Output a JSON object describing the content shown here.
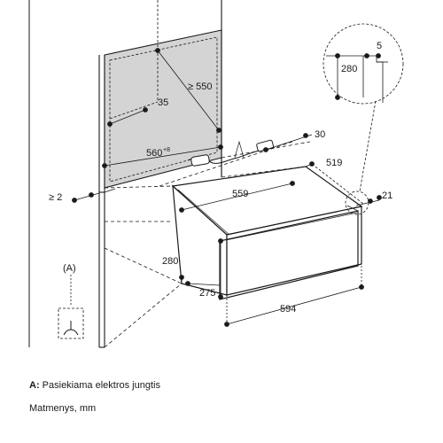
{
  "dimensions": {
    "niche_depth": "≥ 550",
    "depth_35": "35",
    "niche_width": "560",
    "niche_width_tolerance": "+8",
    "offset_30": "30",
    "depth_519": "519",
    "width_559": "559",
    "offset_21": "21",
    "gap_min_2": "≥ 2",
    "height_280": "280",
    "height_275": "275",
    "front_width_594": "594",
    "detail_280": "280",
    "detail_5": "5"
  },
  "labels": {
    "connection_marker": "(A)"
  },
  "legend": {
    "connection_key": "A:",
    "connection_text": " Pasiekiama elektros jungtis",
    "units": "Matmenys, mm"
  },
  "colors": {
    "niche_fill": "#d4d4d4",
    "line": "#1a1a1a",
    "background": "#ffffff"
  }
}
